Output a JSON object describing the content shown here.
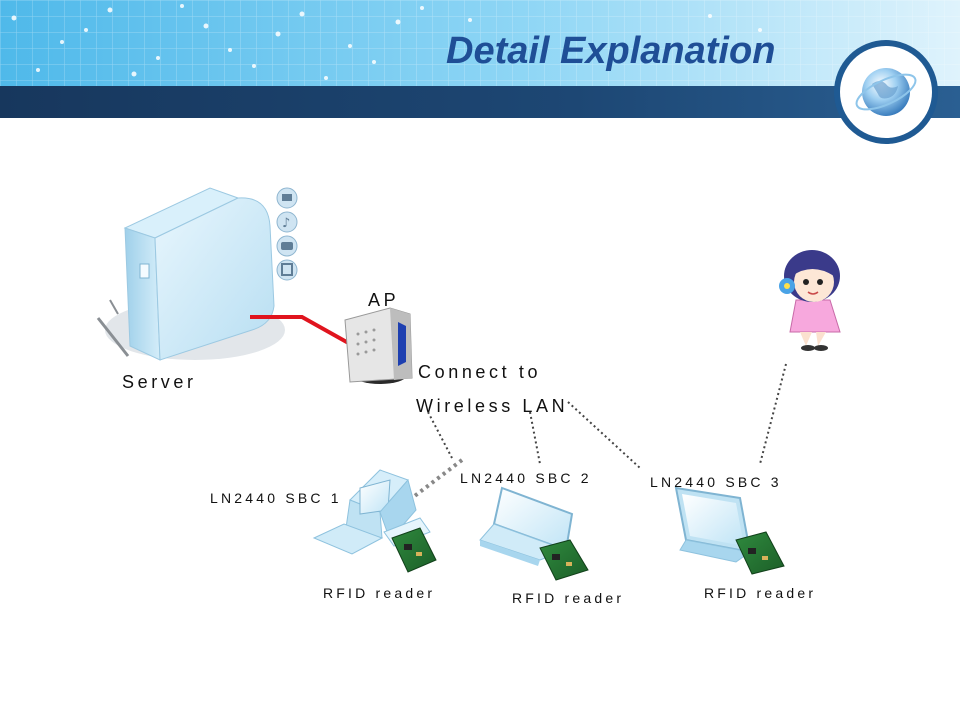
{
  "slide": {
    "title": "Detail Explanation"
  },
  "diagram": {
    "server_label": "Server",
    "ap_label": "AP",
    "wlan_label_line1": "Connect to",
    "wlan_label_line2": "Wireless LAN",
    "sbc1_label": "LN2440 SBC 1",
    "sbc2_label": "LN2440 SBC 2",
    "sbc3_label": "LN2440 SBC 3",
    "reader1_label": "RFID reader",
    "reader2_label": "RFID reader",
    "reader3_label": "RFID reader"
  },
  "colors": {
    "header_bar": "#1a3c64",
    "header_sky": "#5ec3ee",
    "title": "#1f4e96",
    "ethernet_cable": "#e0141e"
  }
}
